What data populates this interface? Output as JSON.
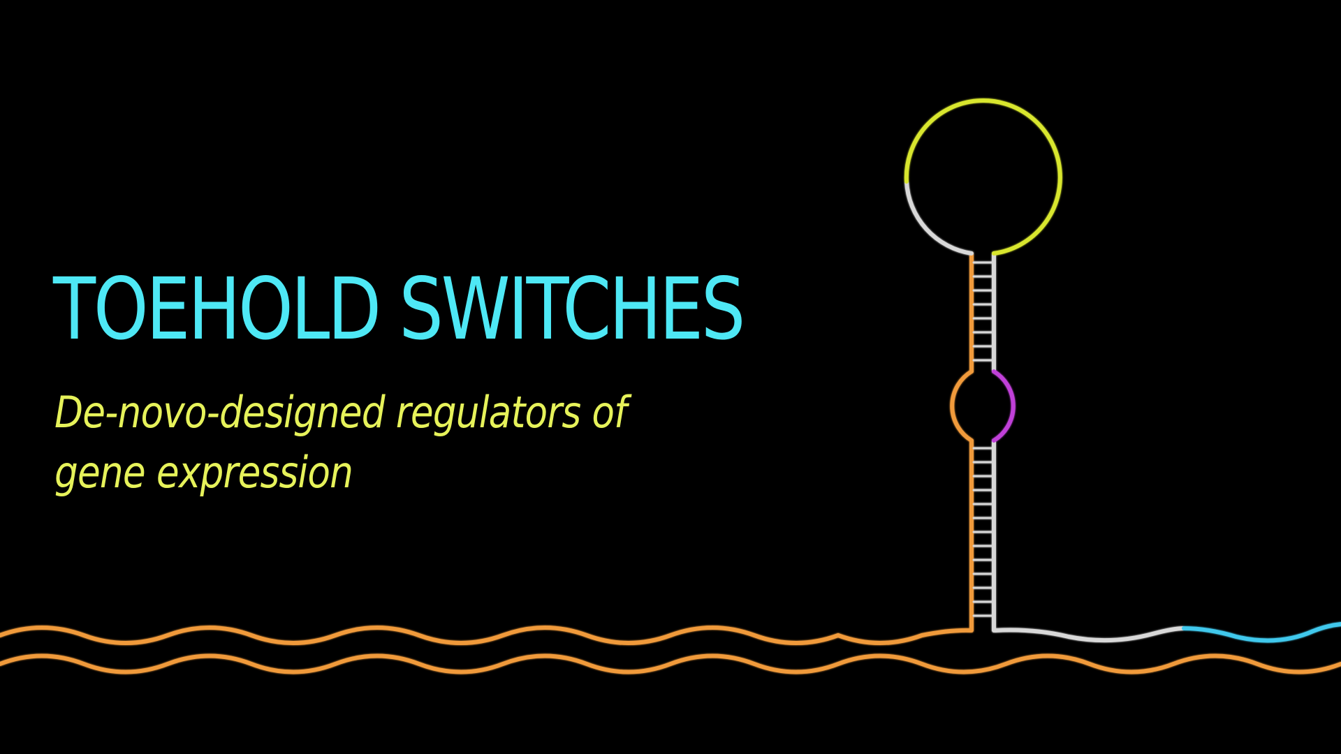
{
  "title": "TOEHOLD SWITCHES",
  "subtitle": {
    "line1": "De-novo-designed regulators of",
    "line2": "gene expression"
  },
  "colors": {
    "background": "#000000",
    "title": "#4ee8f5",
    "subtitle": "#e6f25a",
    "loop": "#d8e62e",
    "strand_orange": "#f09a3a",
    "strand_white": "#d8d8d8",
    "bulge_magenta": "#c040d8",
    "strand_cyan": "#40c8ec"
  }
}
